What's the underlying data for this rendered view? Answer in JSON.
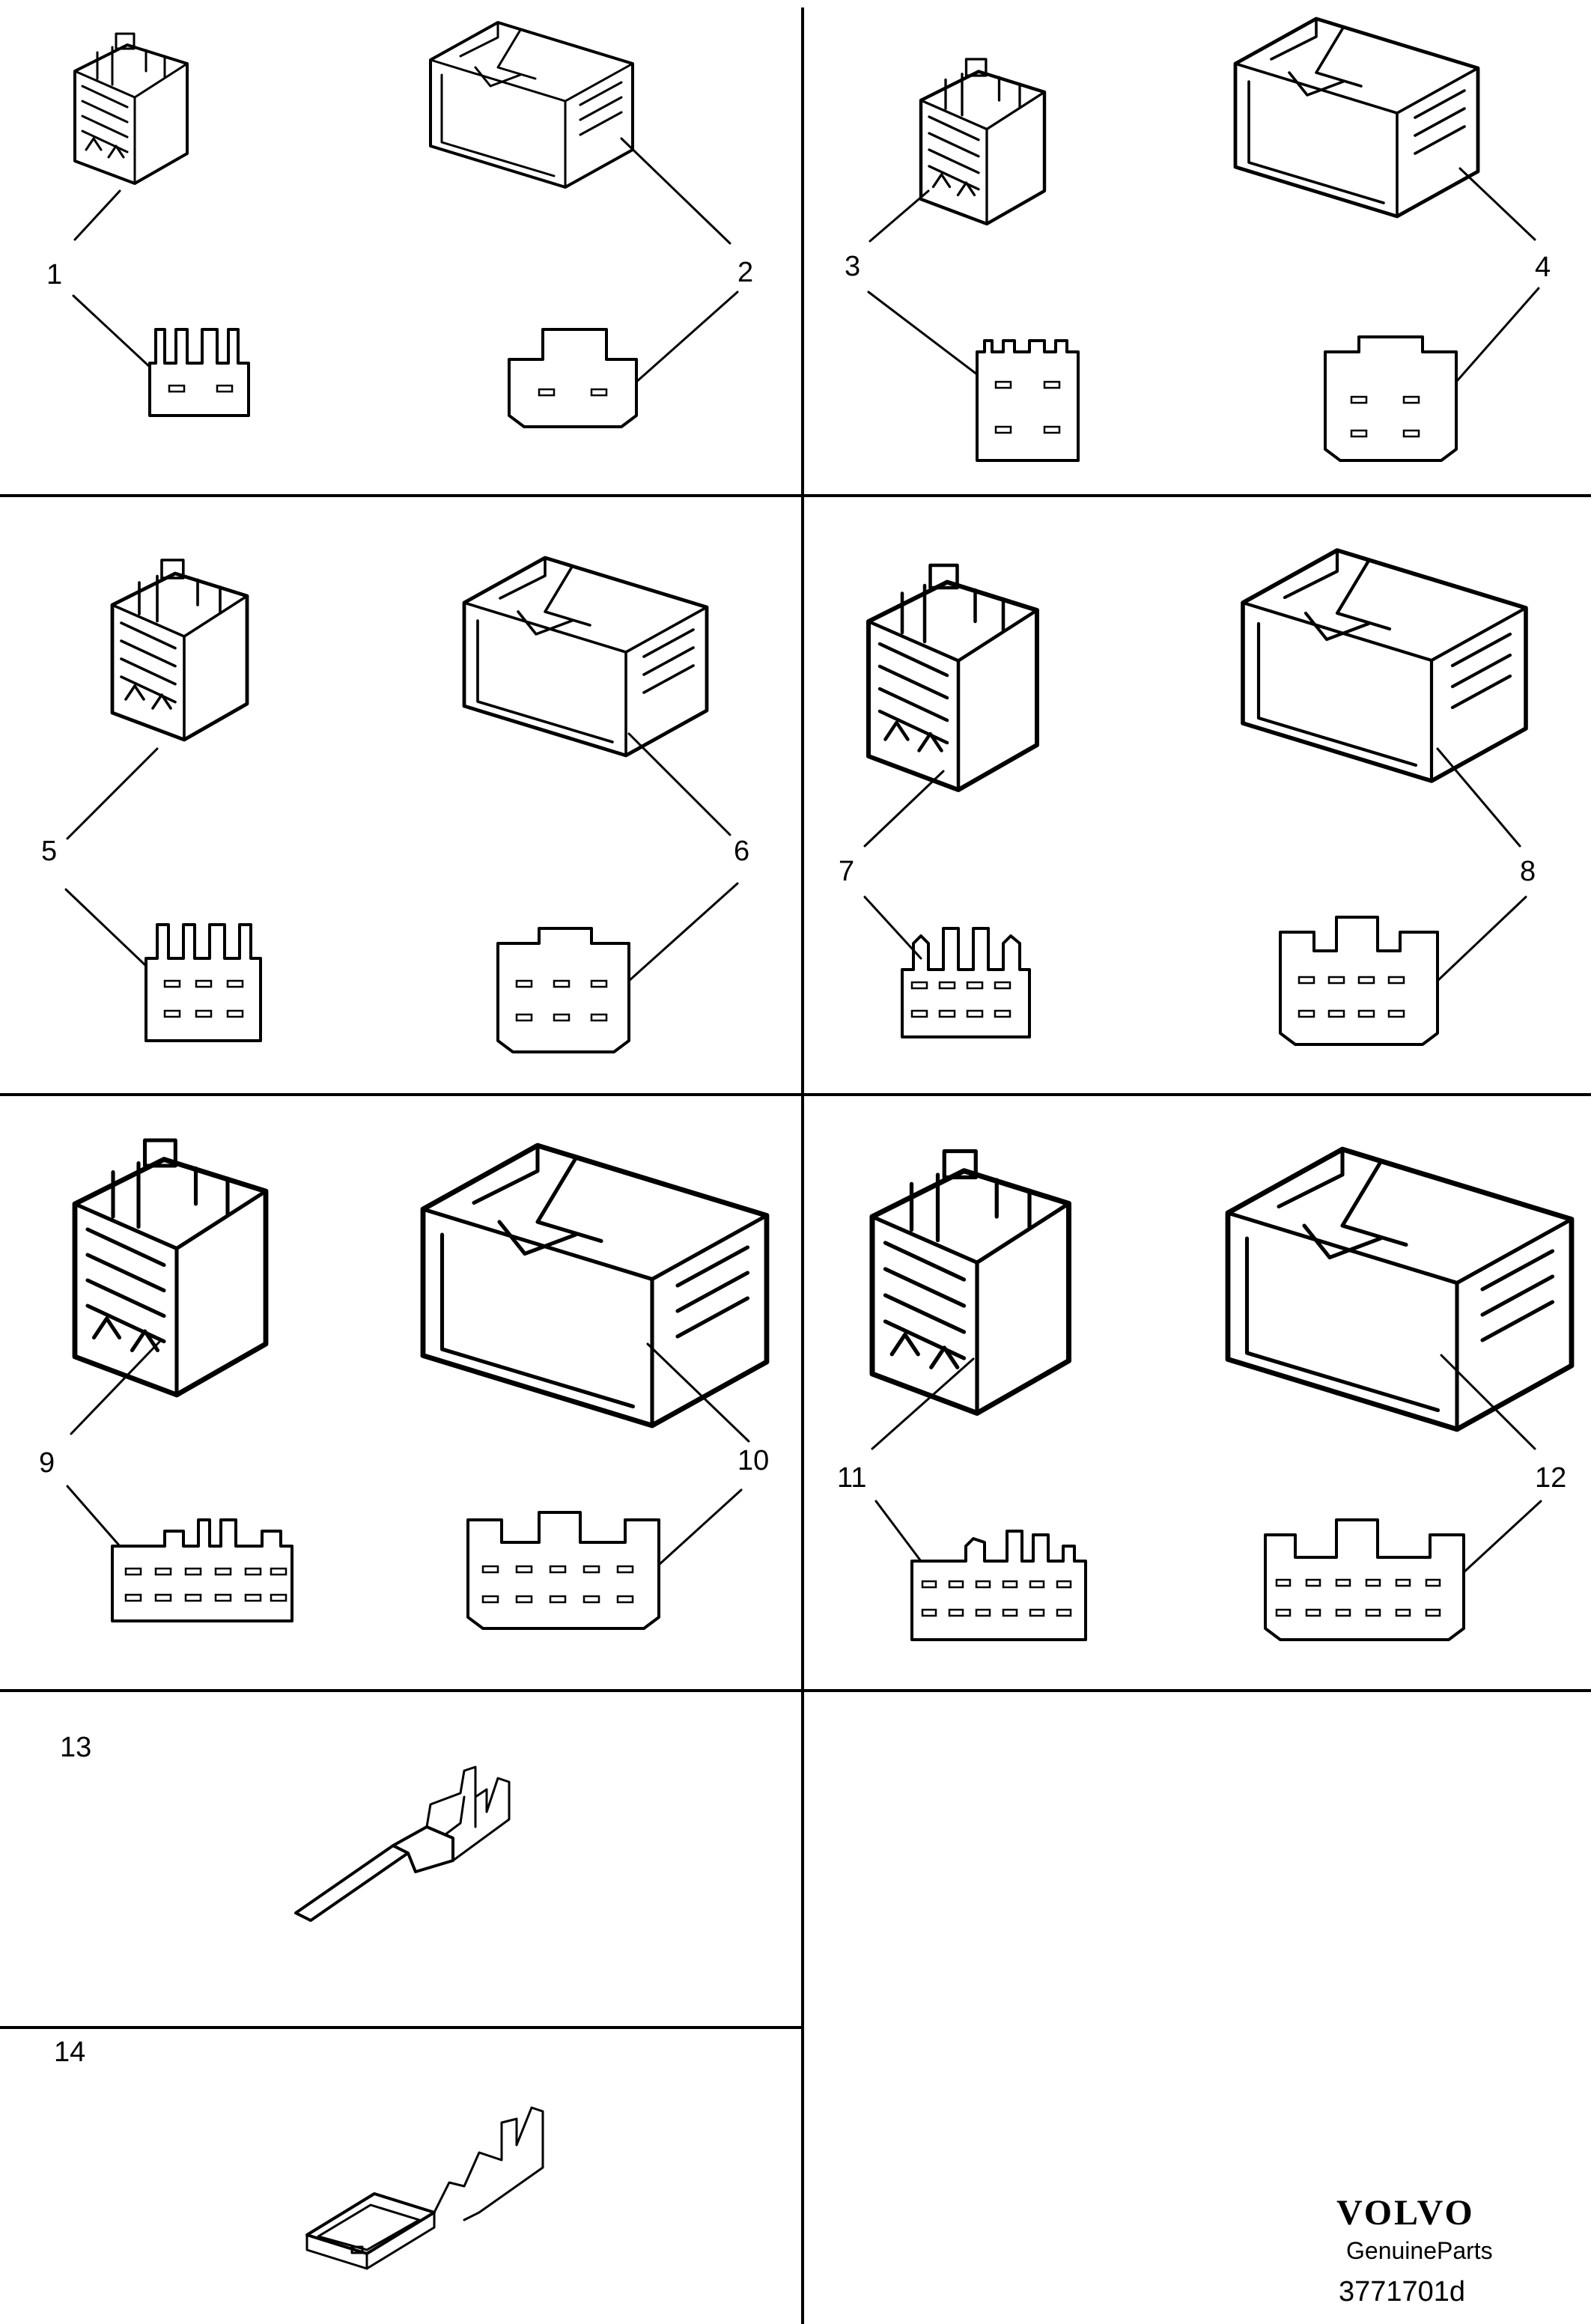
{
  "diagram": {
    "callouts": [
      "1",
      "2",
      "3",
      "4",
      "5",
      "6",
      "7",
      "8",
      "9",
      "10",
      "11",
      "12",
      "13",
      "14"
    ],
    "logo_text": "VOLVO",
    "logo_subtitle": "GenuineParts",
    "drawing_number": "3771701d"
  }
}
